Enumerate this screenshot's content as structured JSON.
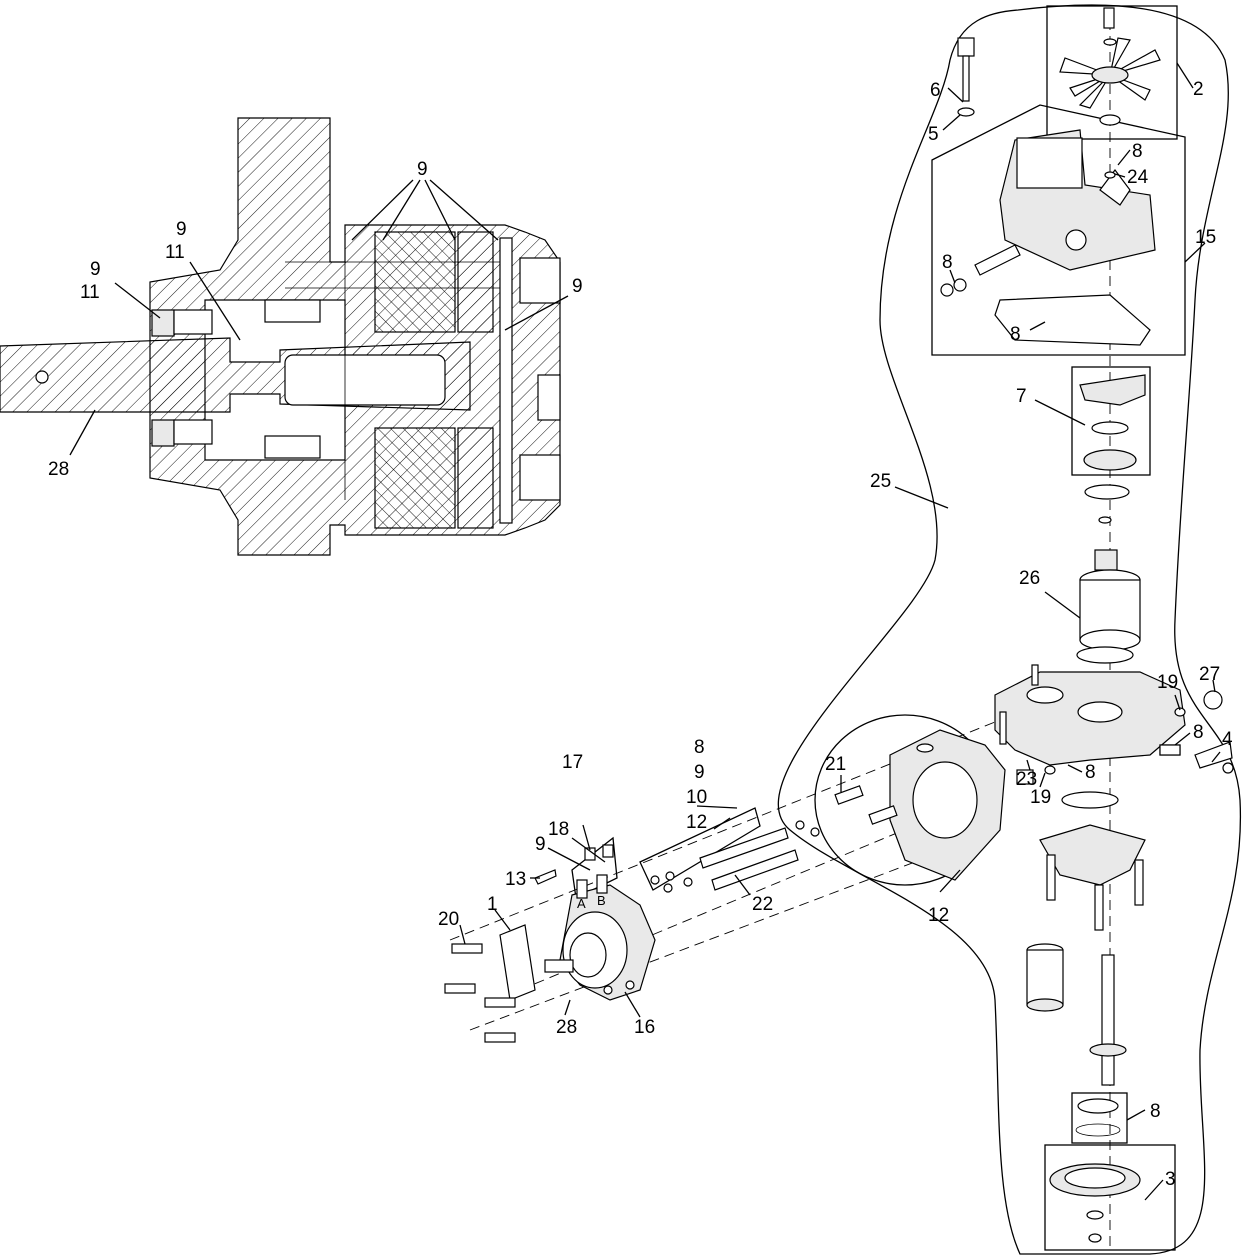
{
  "callouts": {
    "c_9a": "9",
    "c_9b": "9",
    "c_11b": "11",
    "c_9c": "9",
    "c_11c": "11",
    "c_9d": "9",
    "c_28a": "28",
    "c_2": "2",
    "c_6": "6",
    "c_5": "5",
    "c_8a": "8",
    "c_24": "24",
    "c_15": "15",
    "c_8b": "8",
    "c_8c": "8",
    "c_7": "7",
    "c_25": "25",
    "c_26": "26",
    "c_19a": "19",
    "c_27": "27",
    "c_8d": "8",
    "c_4": "4",
    "c_8e": "8",
    "c_23": "23",
    "c_19b": "19",
    "c_21": "21",
    "c_8f": "8",
    "c_9f": "9",
    "c_10": "10",
    "c_12a": "12",
    "c_17": "17",
    "c_18": "18",
    "c_9g": "9",
    "c_13": "13",
    "c_22": "22",
    "c_12b": "12",
    "c_20": "20",
    "c_1": "1",
    "c_28b": "28",
    "c_16": "16",
    "c_8g": "8",
    "c_3": "3"
  },
  "port_marks": {
    "port_a": "A",
    "port_b": "B"
  }
}
